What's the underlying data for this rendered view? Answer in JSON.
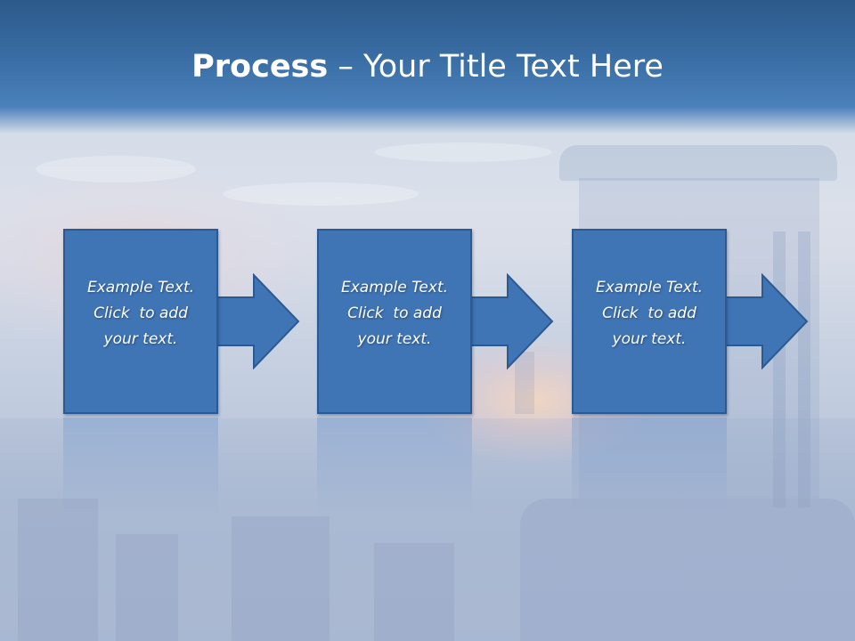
{
  "slide": {
    "title_bold": "Process",
    "title_separator": " – ",
    "title_rest": "Your Title Text Here"
  },
  "steps": [
    {
      "line1": "Example Text.",
      "line2": "Click  to add",
      "line3": "your text."
    },
    {
      "line1": "Example Text.",
      "line2": "Click  to add",
      "line3": "your text."
    },
    {
      "line1": "Example Text.",
      "line2": "Click  to add",
      "line3": "your text."
    }
  ],
  "colors": {
    "box_fill": "#3f74b5",
    "box_border": "#2b5a92",
    "title_band": "#3a6ea5",
    "title_text": "#ffffff"
  }
}
